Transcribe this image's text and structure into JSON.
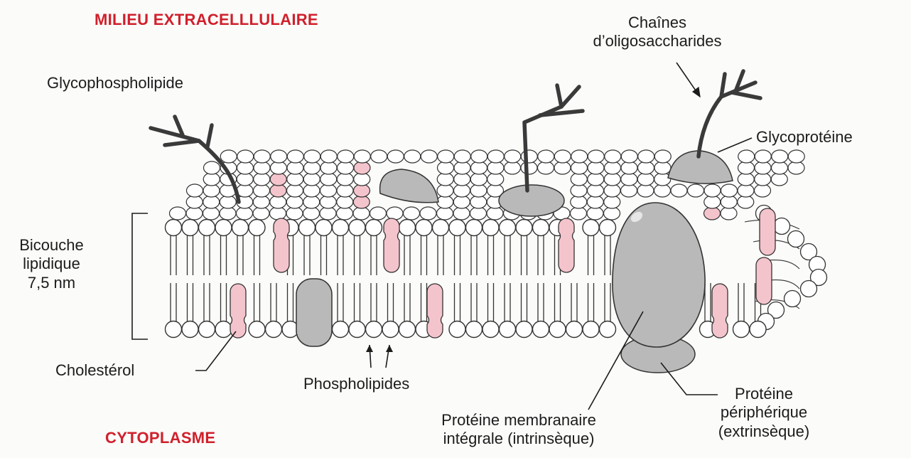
{
  "regions": {
    "extracellular": "MILIEU EXTRACELLLULAIRE",
    "cytoplasm": "CYTOPLASME"
  },
  "labels": {
    "glycophospholipid": "Glycophospholipide",
    "oligosaccharide_chains_line1": "Chaînes",
    "oligosaccharide_chains_line2": "d’oligosaccharides",
    "glycoprotein": "Glycoprotéine",
    "bilayer_line1": "Bicouche",
    "bilayer_line2": "lipidique",
    "bilayer_line3": "7,5 nm",
    "cholesterol": "Cholestérol",
    "phospholipids": "Phospholipides",
    "integral_protein_line1": "Protéine membranaire",
    "integral_protein_line2": "intégrale (intrinsèque)",
    "peripheral_protein_line1": "Protéine",
    "peripheral_protein_line2": "périphérique",
    "peripheral_protein_line3": "(extrinsèque)"
  },
  "colors": {
    "region_title": "#d0202c",
    "cholesterol": "#f4c4cc",
    "protein": "#b9b9b9",
    "outline": "#333333",
    "chain": "#3a3a3a"
  }
}
